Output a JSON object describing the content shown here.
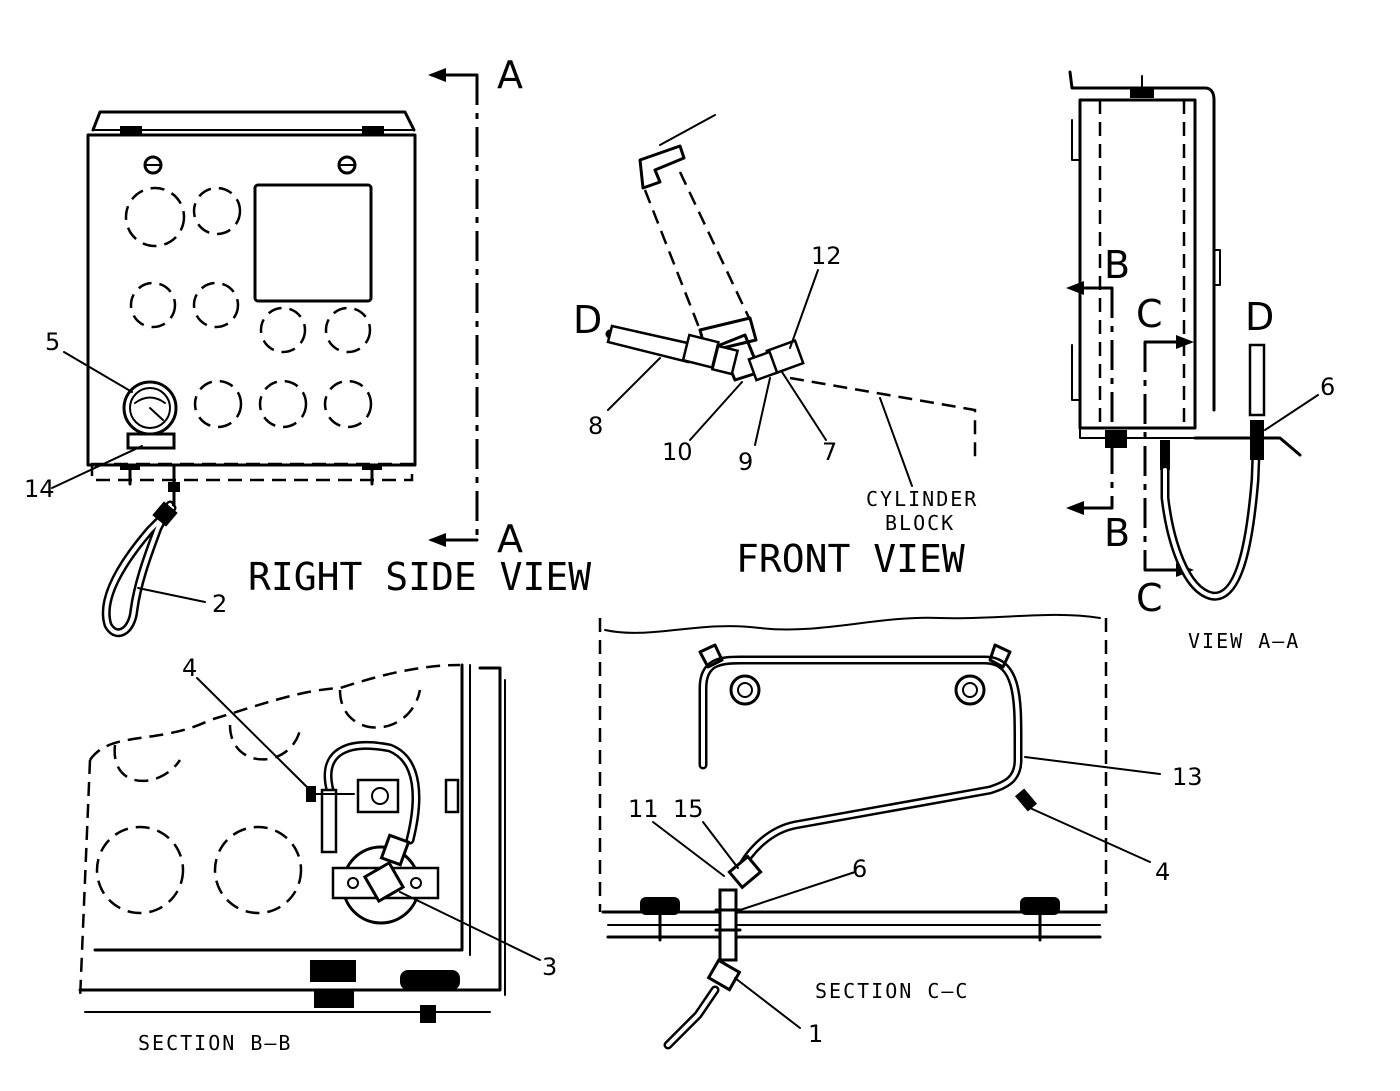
{
  "views": {
    "right_side": "RIGHT SIDE VIEW",
    "front": "FRONT VIEW",
    "view_aa": "VIEW A–A",
    "section_bb": "SECTION B–B",
    "section_cc": "SECTION C–C"
  },
  "labels": {
    "cylinder_block_1": "CYLINDER",
    "cylinder_block_2": "BLOCK"
  },
  "section_letters": {
    "a": "A",
    "b": "B",
    "c": "C",
    "d": "D"
  },
  "callouts": {
    "n1": "1",
    "n2": "2",
    "n3": "3",
    "n4": "4",
    "n5": "5",
    "n6": "6",
    "n7": "7",
    "n8": "8",
    "n9": "9",
    "n10": "10",
    "n11": "11",
    "n12": "12",
    "n13": "13",
    "n14": "14",
    "n15": "15"
  }
}
